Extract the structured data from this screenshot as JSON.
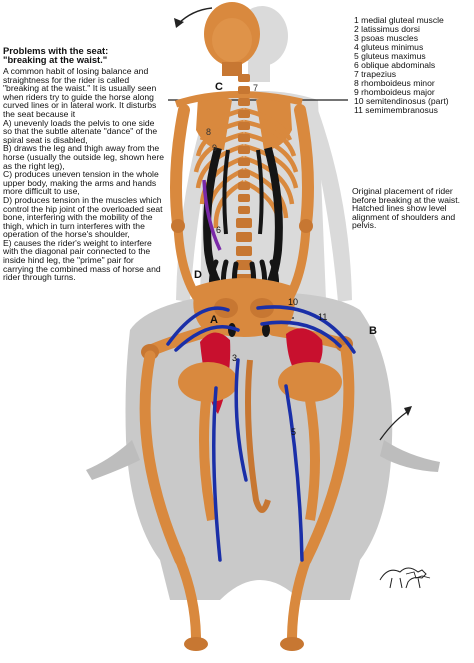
{
  "heading": {
    "line1": "Problems with the seat:",
    "line2": "\"breaking at the waist.\""
  },
  "body_text": [
    "A common habit of losing balance and straightness for the rider is called \"breaking at the waist.\" It is usually seen when riders try to guide the horse along curved lines or in lateral work. It disturbs the seat because it",
    "A) unevenly loads the pelvis to one side so that the subtle altenate \"dance\" of the spiral seat is disabled,",
    "B) draws the leg and thigh away from the horse (usually the outside leg, shown here as the right leg),",
    "C) produces uneven tension in the whole upper body, making the arms and hands more difficult to use,",
    "D) produces tension in the muscles which control the hip joint of the overloaded seat bone, interfering with the mobility of the thigh, which in turn interferes with the operation of the horse's shoulder,",
    "E) causes the rider's weight to interfere with the diagonal pair connected to the inside hind leg, the \"prime\" pair for carrying the combined mass of horse and rider through turns."
  ],
  "muscle_legend": [
    "1 medial gluteal muscle",
    "2 latissimus dorsi",
    "3 psoas muscles",
    "4 gluteus minimus",
    "5 gluteus maximus",
    "6 oblique abdominals",
    "7 trapezius",
    "8 rhomboideus minor",
    "9 rhomboideus major",
    "10 semitendinosus (part)",
    "11 semimembranosus"
  ],
  "caption": "Original placement of rider before breaking at the waist. Hatched lines show level alignment of shoulders and pelvis.",
  "diagram_labels": {
    "C": "C",
    "D": "D",
    "A": "A",
    "B": "B",
    "n7": "7",
    "n8": "8",
    "n9": "9",
    "n6": "6",
    "n10": "10",
    "n11": "11",
    "n3": "3",
    "n5": "5"
  },
  "colors": {
    "bone": "#d9893e",
    "bone_shadow": "#b86a28",
    "muscle_red": "#c8102e",
    "muscle_blue": "#1a2fa8",
    "muscle_purple": "#7a2aa8",
    "ghost": "#cfcfcf",
    "spine_black": "#151515"
  }
}
